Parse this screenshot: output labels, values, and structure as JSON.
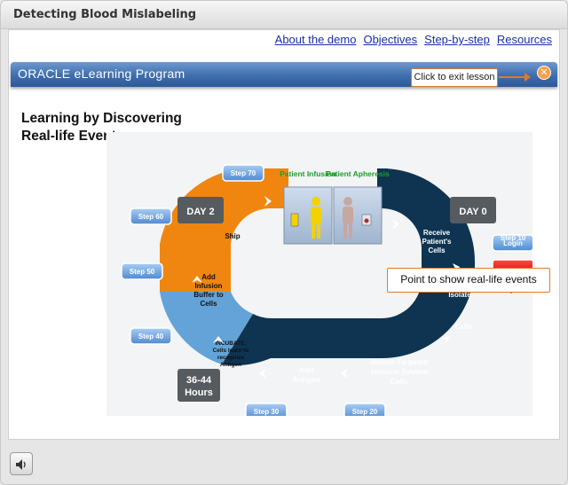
{
  "window": {
    "title": "Detecting Blood Mislabeling"
  },
  "top_links": [
    "About the demo",
    "Objectives",
    "Step-by-step",
    "Resources"
  ],
  "banner": {
    "title": "ORACLE eLearning Program",
    "exit_tooltip": "Click to exit lesson",
    "exit_icon": "close-icon"
  },
  "heading": {
    "line1": "Learning by Discovering",
    "line2": "Real-life Events"
  },
  "diagram": {
    "patient_infusion": "Patient Infusion",
    "patient_apheresis": "Patient Apheresis",
    "day2": "DAY 2",
    "day0": "DAY 0",
    "hours": [
      "36-44",
      "Hours"
    ],
    "ship": "Ship",
    "add_buffer": [
      "Add",
      "Infusion",
      "Buffer to",
      "Cells"
    ],
    "incubate": [
      "INCUBATE:",
      "Cells learn to",
      "recognize",
      "Antigen"
    ],
    "add_antigen": [
      "Add",
      "Antigen"
    ],
    "isolate_targeted": [
      "Isolate Targeted",
      "Immune System",
      "Cells"
    ],
    "receive": [
      "Receive",
      "Patient's",
      "Cells"
    ],
    "isolate_partial": [
      "Isolate",
      "Cells"
    ],
    "steps": [
      "Step 70",
      "Step 60",
      "Step 50",
      "Step 40",
      "Step 30",
      "Step 20"
    ],
    "login": "Login",
    "step10": "Step 10",
    "callout": "Point to show real-life events",
    "colors": {
      "orange": "#f0860f",
      "navy": "#0e3452",
      "lightblue": "#63a3d8",
      "red": "#e01a10",
      "callout_border": "#e07a2a"
    }
  },
  "bottom": {
    "sound_icon": "speaker-icon"
  }
}
